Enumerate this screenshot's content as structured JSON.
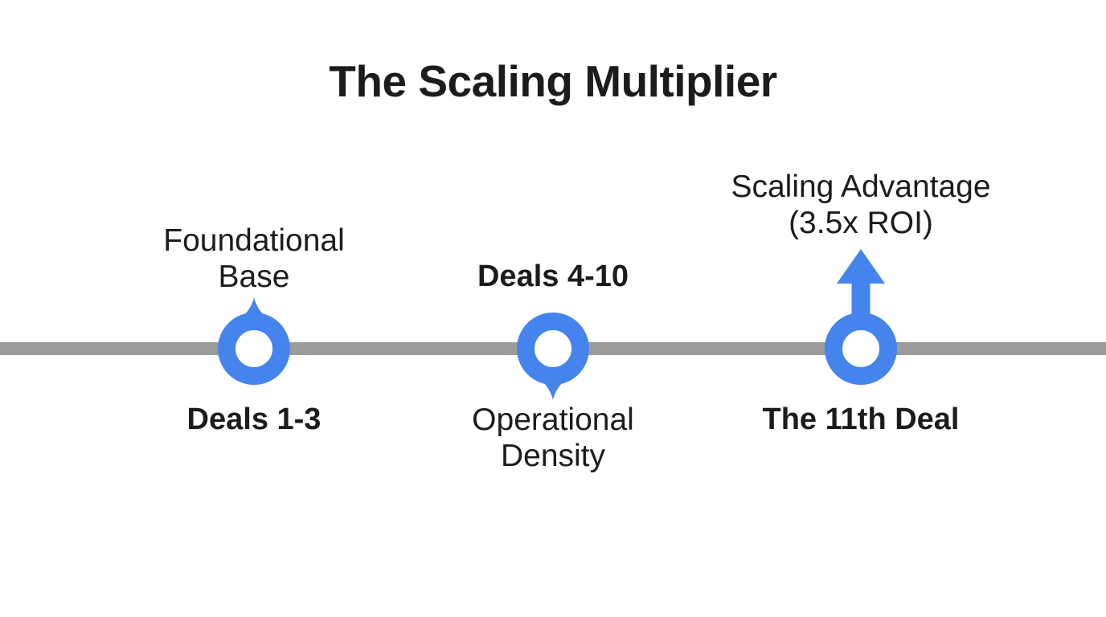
{
  "title": "The Scaling Multiplier",
  "colors": {
    "accent_blue": "#4584EC",
    "timeline_gray": "#9B9B9B",
    "text_dark": "#1C1C1C",
    "marker_center_white": "#FFFFFF"
  },
  "timeline": {
    "nodes": [
      {
        "id": "foundational-base",
        "marker": "pin-up-icon",
        "above": [
          "Foundational",
          "Base"
        ],
        "below": [
          "Deals 1-3"
        ]
      },
      {
        "id": "operational-density",
        "marker": "pin-down-icon",
        "above": [
          "Deals 4-10"
        ],
        "below": [
          "Operational",
          "Density"
        ]
      },
      {
        "id": "scaling-advantage",
        "marker": "arrow-up-icon",
        "above": [
          "Scaling Advantage",
          "(3.5x ROI)"
        ],
        "below": [
          "The 11th Deal"
        ]
      }
    ]
  }
}
